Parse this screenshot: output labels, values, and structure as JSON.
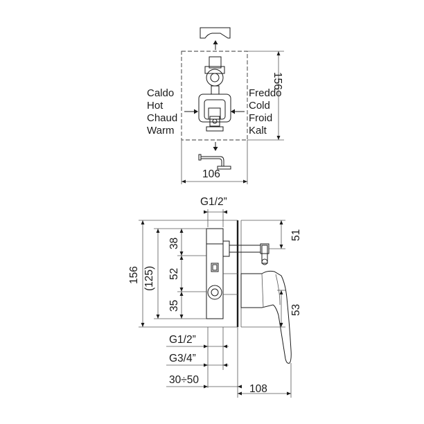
{
  "top_view": {
    "hot_labels": [
      "Caldo",
      "Hot",
      "Chaud",
      "Warm"
    ],
    "cold_labels": [
      "Freddo",
      "Cold",
      "Froid",
      "Kalt"
    ],
    "height_dim": "156",
    "width_dim": "106"
  },
  "side_view": {
    "top_thread": "G1/2”",
    "total_height": "156",
    "body_height": "(125)",
    "dim_38": "38",
    "dim_52": "52",
    "dim_35": "35",
    "dim_51": "51",
    "dim_53": "53",
    "bottom_thread": "G1/2”",
    "outlet_thread": "G3/4”",
    "depth_range": "30÷50",
    "projection": "108"
  }
}
